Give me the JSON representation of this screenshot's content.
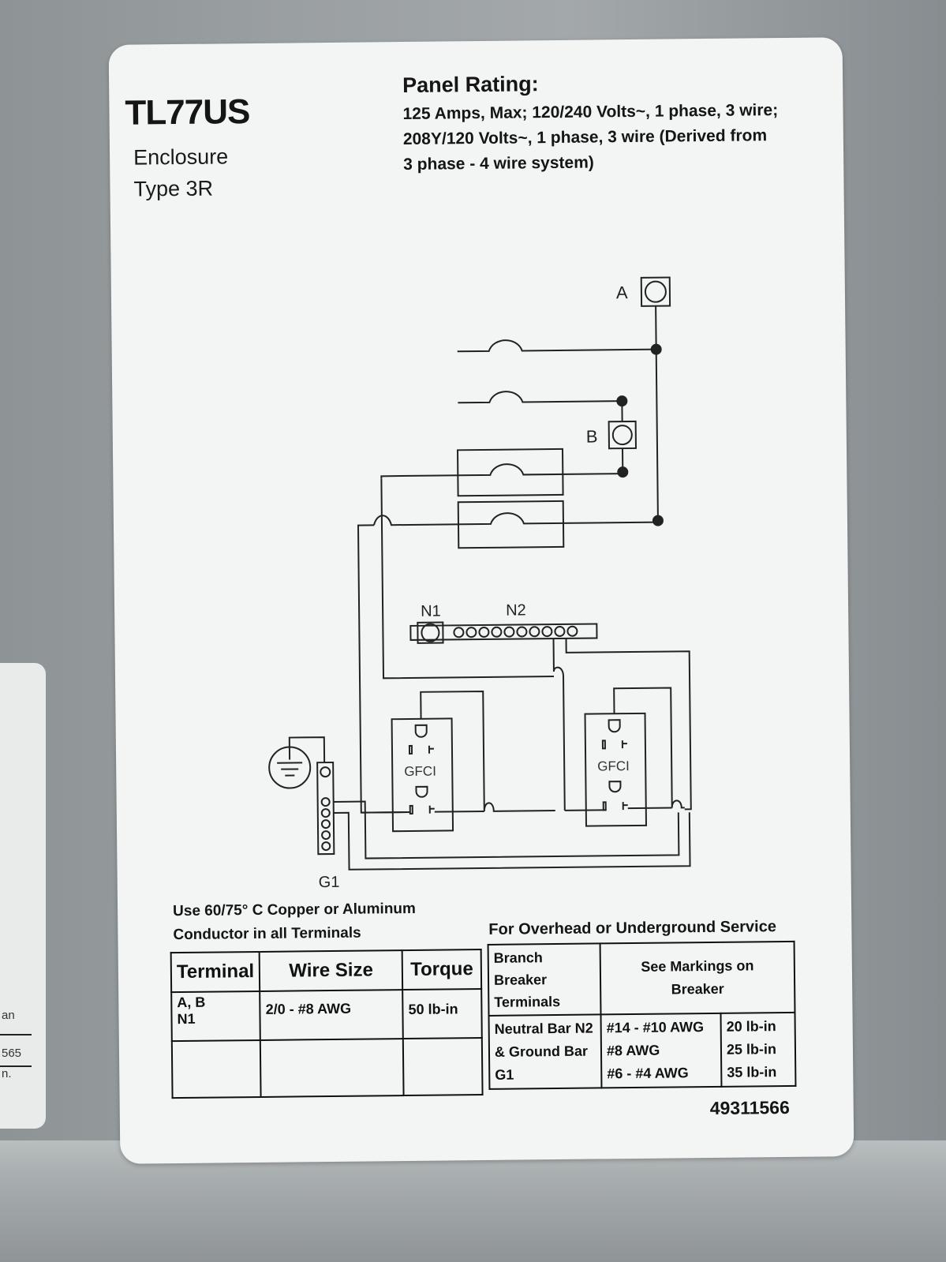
{
  "header": {
    "model": "TL77US",
    "enclosure_line1": "Enclosure",
    "enclosure_line2": "Type 3R"
  },
  "panel_rating": {
    "heading": "Panel Rating:",
    "lines": [
      "125 Amps, Max; 120/240 Volts~, 1 phase, 3 wire;",
      "208Y/120 Volts~, 1 phase, 3 wire (Derived from",
      "3 phase - 4 wire system)"
    ]
  },
  "diagram": {
    "terminal_a": "A",
    "terminal_b": "B",
    "neutral_n1": "N1",
    "neutral_n2": "N2",
    "ground_g1": "G1",
    "gfci_left": "GFCI",
    "gfci_right": "GFCI"
  },
  "conductor_note": {
    "line1": "Use 60/75° C Copper or Aluminum",
    "line2": "Conductor in all Terminals"
  },
  "terminal_table": {
    "headers": [
      "Terminal",
      "Wire Size",
      "Torque"
    ],
    "row1": {
      "terminal_line1": "A, B",
      "terminal_line2": "N1",
      "wire_size": "2/0 - #8 AWG",
      "torque": "50 lb-in"
    }
  },
  "service_table": {
    "heading": "For Overhead or Underground Service",
    "branch_label": [
      "Branch",
      "Breaker",
      "Terminals"
    ],
    "branch_value": [
      "See Markings on",
      "Breaker"
    ],
    "bar_label": [
      "Neutral Bar N2",
      "& Ground Bar",
      "G1"
    ],
    "wire_sizes": [
      "#14 - #10 AWG",
      "#8 AWG",
      "#6 - #4 AWG"
    ],
    "torques": [
      "20 lb-in",
      "25 lb-in",
      "35 lb-in"
    ]
  },
  "part_number": "49311566",
  "left_sticker": {
    "text1": "an",
    "text2": "565",
    "text3": "n."
  }
}
